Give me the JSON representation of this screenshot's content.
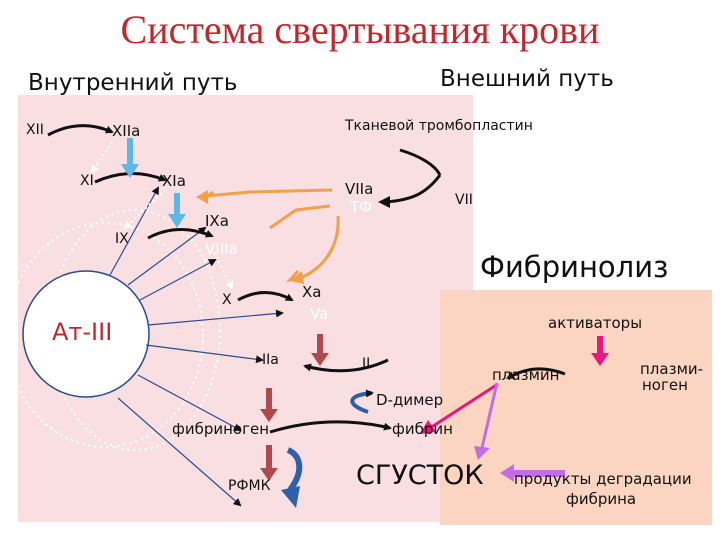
{
  "title": "Система свертывания крови",
  "intrinsic_label": "Внутренний путь",
  "extrinsic_label": "Внешний путь",
  "fibrinolysis_label": "Фибринолиз",
  "factors": {
    "xii": "XII",
    "xiia": "XIIa",
    "tissue": "Тканевой тромбопластин",
    "xi": "XI",
    "xia": "XIa",
    "viia": "VIIa",
    "tf": "ТФ",
    "vii": "VII",
    "ixa": "IXa",
    "ix": "IX",
    "viiia": "VIIIa",
    "x": "X",
    "xa": "Xa",
    "va": "Va",
    "at3": "Ат-III",
    "iia": "IIa",
    "ii": "II",
    "d_dimer": "D-димер",
    "fibrinogen": "фибриноген",
    "fibrin": "фибрин",
    "rfmk": "РФМК",
    "clot": "СГУСТОК",
    "activators": "активаторы",
    "plasmin": "плазмин",
    "plasminogen_1": "плазми-",
    "plasminogen_2": "ноген",
    "fdp_1": "продукты деградации",
    "fdp_2": "фибрина"
  },
  "colors": {
    "title": "#c0282e",
    "intrinsic_bg": "#f9dfe2",
    "fibrinolysis_bg": "#fbd5c2",
    "orange_arrow": "#f2a04a",
    "blue_arrow": "#5bb8e8",
    "dark_red_arrow": "#b0494b",
    "magenta_arrow": "#e9177d",
    "purple_arrow": "#c06ee0",
    "dark_blue_arrow": "#2e5fa8"
  }
}
